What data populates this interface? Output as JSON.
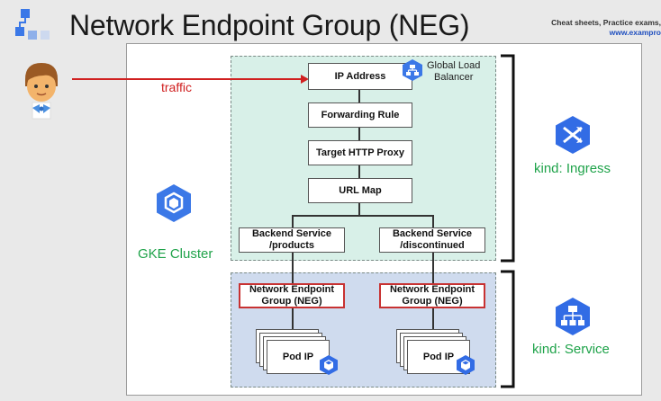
{
  "header": {
    "title": "Network Endpoint Group (NEG)",
    "corner_line1": "Cheat sheets, Practice exams,",
    "corner_line2": "www.exampro"
  },
  "diagram": {
    "traffic_label": "traffic",
    "ip_address": "IP Address",
    "global_lb_line1": "Global Load",
    "global_lb_line2": "Balancer",
    "forwarding_rule": "Forwarding Rule",
    "target_proxy": "Target HTTP Proxy",
    "url_map": "URL Map",
    "backend_products_line1": "Backend Service",
    "backend_products_line2": "/products",
    "backend_discontinued_line1": "Backend Service",
    "backend_discontinued_line2": "/discontinued",
    "neg_line1": "Network Endpoint",
    "neg_line2": "Group (NEG)",
    "pod_ip": "Pod IP",
    "gke_cluster": "GKE Cluster",
    "kind_ingress": "kind: Ingress",
    "kind_service": "kind: Service"
  },
  "colors": {
    "ingress_zone": "#d8f0e8",
    "service_zone": "#cfdbee",
    "neg_border": "#c83232",
    "kind_text": "#1fa34a",
    "traffic_arrow": "#d02020",
    "gcp_blue": "#3b78e7"
  },
  "icons": [
    "logo-icon",
    "user-avatar-icon",
    "load-balancer-icon",
    "gke-icon",
    "ingress-icon",
    "service-icon",
    "kubernetes-pod-icon"
  ]
}
